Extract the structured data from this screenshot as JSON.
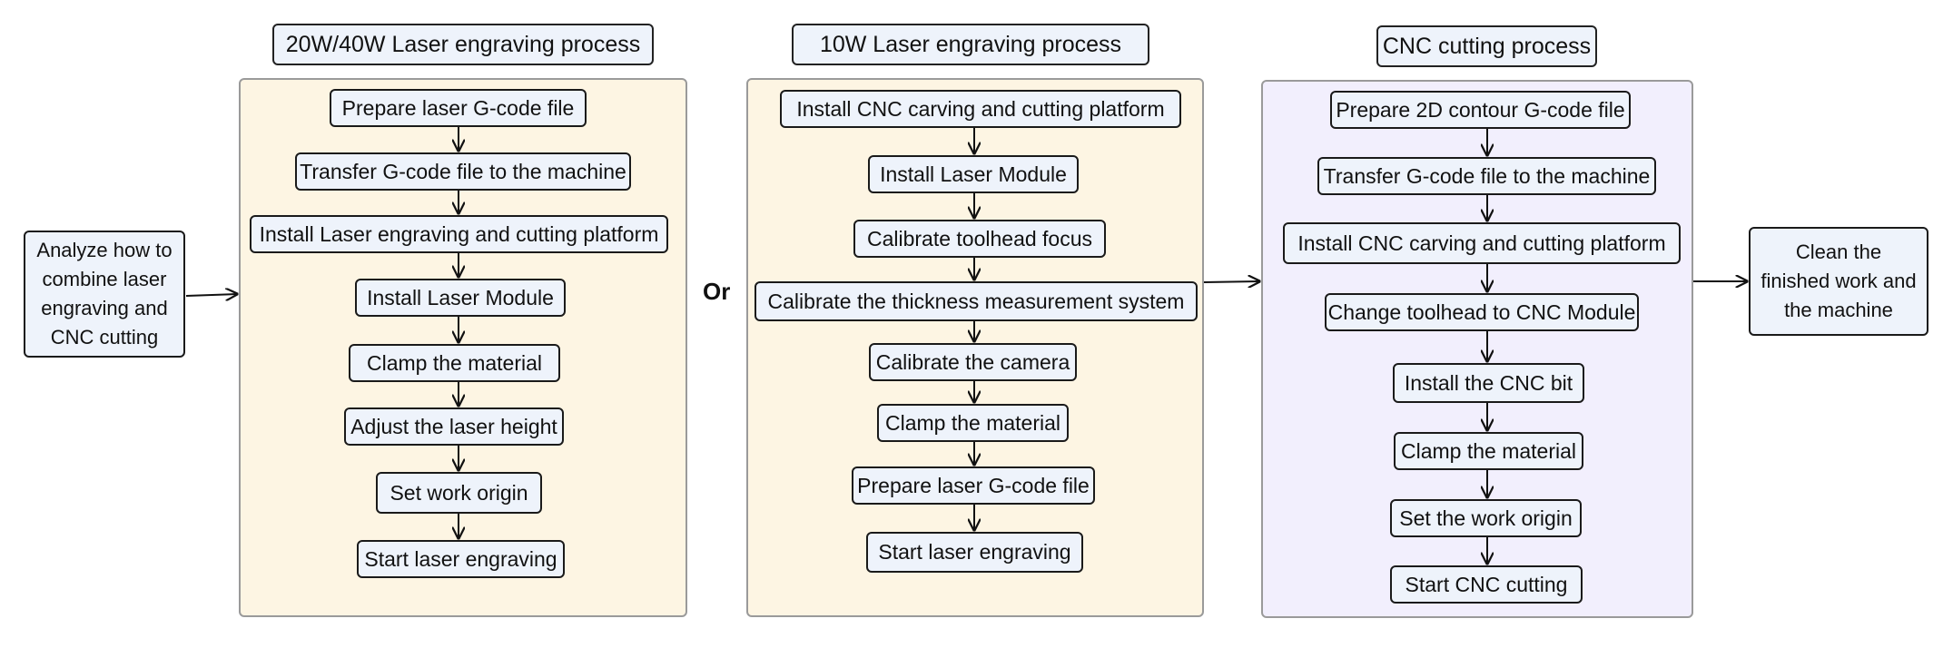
{
  "left_box": {
    "lines": [
      "Analyze how to",
      "combine laser",
      "engraving and",
      "CNC cutting"
    ]
  },
  "or_label": "Or",
  "right_box": {
    "lines": [
      "Clean the",
      "finished work and",
      "the machine"
    ]
  },
  "columns": [
    {
      "title": "20W/40W Laser engraving process",
      "steps": [
        "Prepare laser G-code file",
        "Transfer G-code file to the machine",
        "Install Laser engraving and cutting platform",
        "Install Laser Module",
        "Clamp the material",
        "Adjust the laser height",
        "Set work origin",
        "Start laser engraving"
      ]
    },
    {
      "title": "10W Laser engraving process",
      "steps": [
        "Install CNC carving and cutting platform",
        "Install Laser Module",
        "Calibrate toolhead focus",
        "Calibrate the thickness measurement system",
        "Calibrate the camera",
        "Clamp the material",
        "Prepare laser G-code file",
        "Start laser engraving"
      ]
    },
    {
      "title": "CNC cutting process",
      "steps": [
        "Prepare 2D contour G-code file",
        "Transfer G-code file to the machine",
        "Install CNC carving and cutting platform",
        "Change toolhead to CNC Module",
        "Install the CNC bit",
        "Clamp the material",
        "Set the work origin",
        "Start CNC cutting"
      ]
    }
  ]
}
